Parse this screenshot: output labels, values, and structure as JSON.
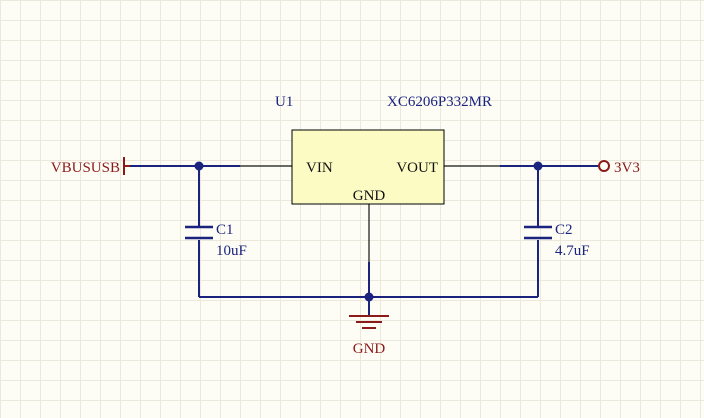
{
  "u1": {
    "designator": "U1",
    "part_number": "XC6206P332MR",
    "pins": {
      "vin": "VIN",
      "vout": "VOUT",
      "gnd": "GND"
    }
  },
  "c1": {
    "designator": "C1",
    "value": "10uF"
  },
  "c2": {
    "designator": "C2",
    "value": "4.7uF"
  },
  "nets": {
    "input": "VBUSUSB",
    "output": "3V3",
    "ground": "GND"
  },
  "colors": {
    "wire": "#1a237e",
    "component_fill": "#fdfbc4",
    "component_outline": "#000000",
    "power_symbol": "#8b1a1a",
    "junction": "#1a237e"
  }
}
